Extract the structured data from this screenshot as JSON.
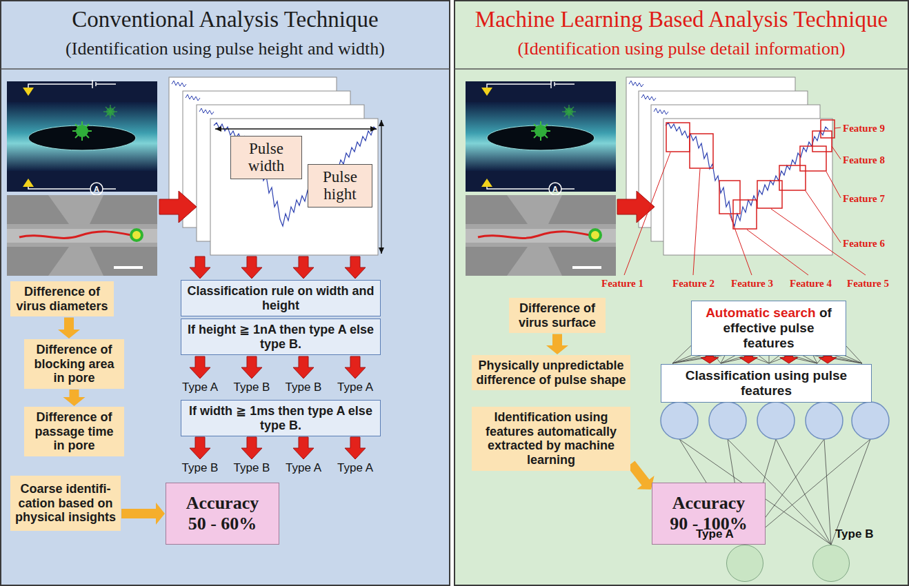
{
  "diagram": {
    "nodes": [
      {
        "text": [
          "Conventional Analysis Technique",
          "(Identification using pulse height and width)"
        ]
      },
      {
        "text": [
          "Pulse width"
        ],
        "in": 0
      },
      {
        "text": [
          "Pulse hight"
        ],
        "in": 0
      },
      {
        "text": [
          "Difference of virus diameters"
        ],
        "in": 0
      },
      {
        "text": [
          "Difference of blocking area in pore"
        ],
        "in": 0
      },
      {
        "text": [
          "Difference of passage time in pore"
        ],
        "in": 0
      },
      {
        "text": [
          "Classification rule on width and height"
        ],
        "in": 0
      },
      {
        "text": [
          "If height ≧ 1nA then type A else type B."
        ],
        "in": 0
      },
      {
        "text": [
          "If width ≧ 1ms then type A else type B."
        ],
        "in": 0
      },
      {
        "text": [
          "Coarse identifi- cation based on physical insights"
        ],
        "in": 0
      },
      {
        "text": [
          "Accuracy 50 - 60%"
        ],
        "in": 0
      },
      {
        "text": [
          "Machine Learning Based Analysis Technique",
          "(Identification using pulse detail information)"
        ]
      },
      {
        "text": [
          "Difference of virus surface"
        ],
        "in": 11
      },
      {
        "text": [
          "Physically unpredictable difference of pulse shape"
        ],
        "in": 11
      },
      {
        "text": [
          "Identification using features automatically extracted by machine learning"
        ],
        "in": 11
      },
      {
        "text": [
          "Accuracy 90 - 100%"
        ],
        "in": 11
      },
      {
        "text": [
          "Automatic search",
          "of effective pulse features"
        ],
        "in": 11
      },
      {
        "text": [
          "Classification using pulse features"
        ],
        "in": 11
      },
      {
        "text": [
          "Type A"
        ],
        "in": 11
      },
      {
        "text": [
          "Type B"
        ],
        "in": 11
      }
    ],
    "edges": [
      {
        "from": 3,
        "to": 4,
        "arrow": "to"
      },
      {
        "from": 4,
        "to": 5,
        "arrow": "to"
      },
      {
        "from": 9,
        "to": 10,
        "arrow": "to"
      },
      {
        "from": 12,
        "to": 13,
        "arrow": "to"
      },
      {
        "from": 14,
        "to": 15,
        "arrow": "to"
      },
      {
        "from": 16,
        "to": 17,
        "arrow": "to"
      },
      {
        "from": 16,
        "to": 17,
        "arrow": "to"
      },
      {
        "from": 16,
        "to": 17,
        "arrow": "to"
      },
      {
        "from": 16,
        "to": 17,
        "arrow": "to"
      }
    ],
    "labels": [
      "A",
      "Type A",
      "Type B",
      "Type B",
      "Type A",
      "Type B",
      "Type B",
      "Type A",
      "Type A",
      "A",
      "Feature 1",
      "Feature 2",
      "Feature 3",
      "Feature 4",
      "Feature 5",
      "Feature 6",
      "Feature 7",
      "Feature 8",
      "Feature 9"
    ]
  }
}
